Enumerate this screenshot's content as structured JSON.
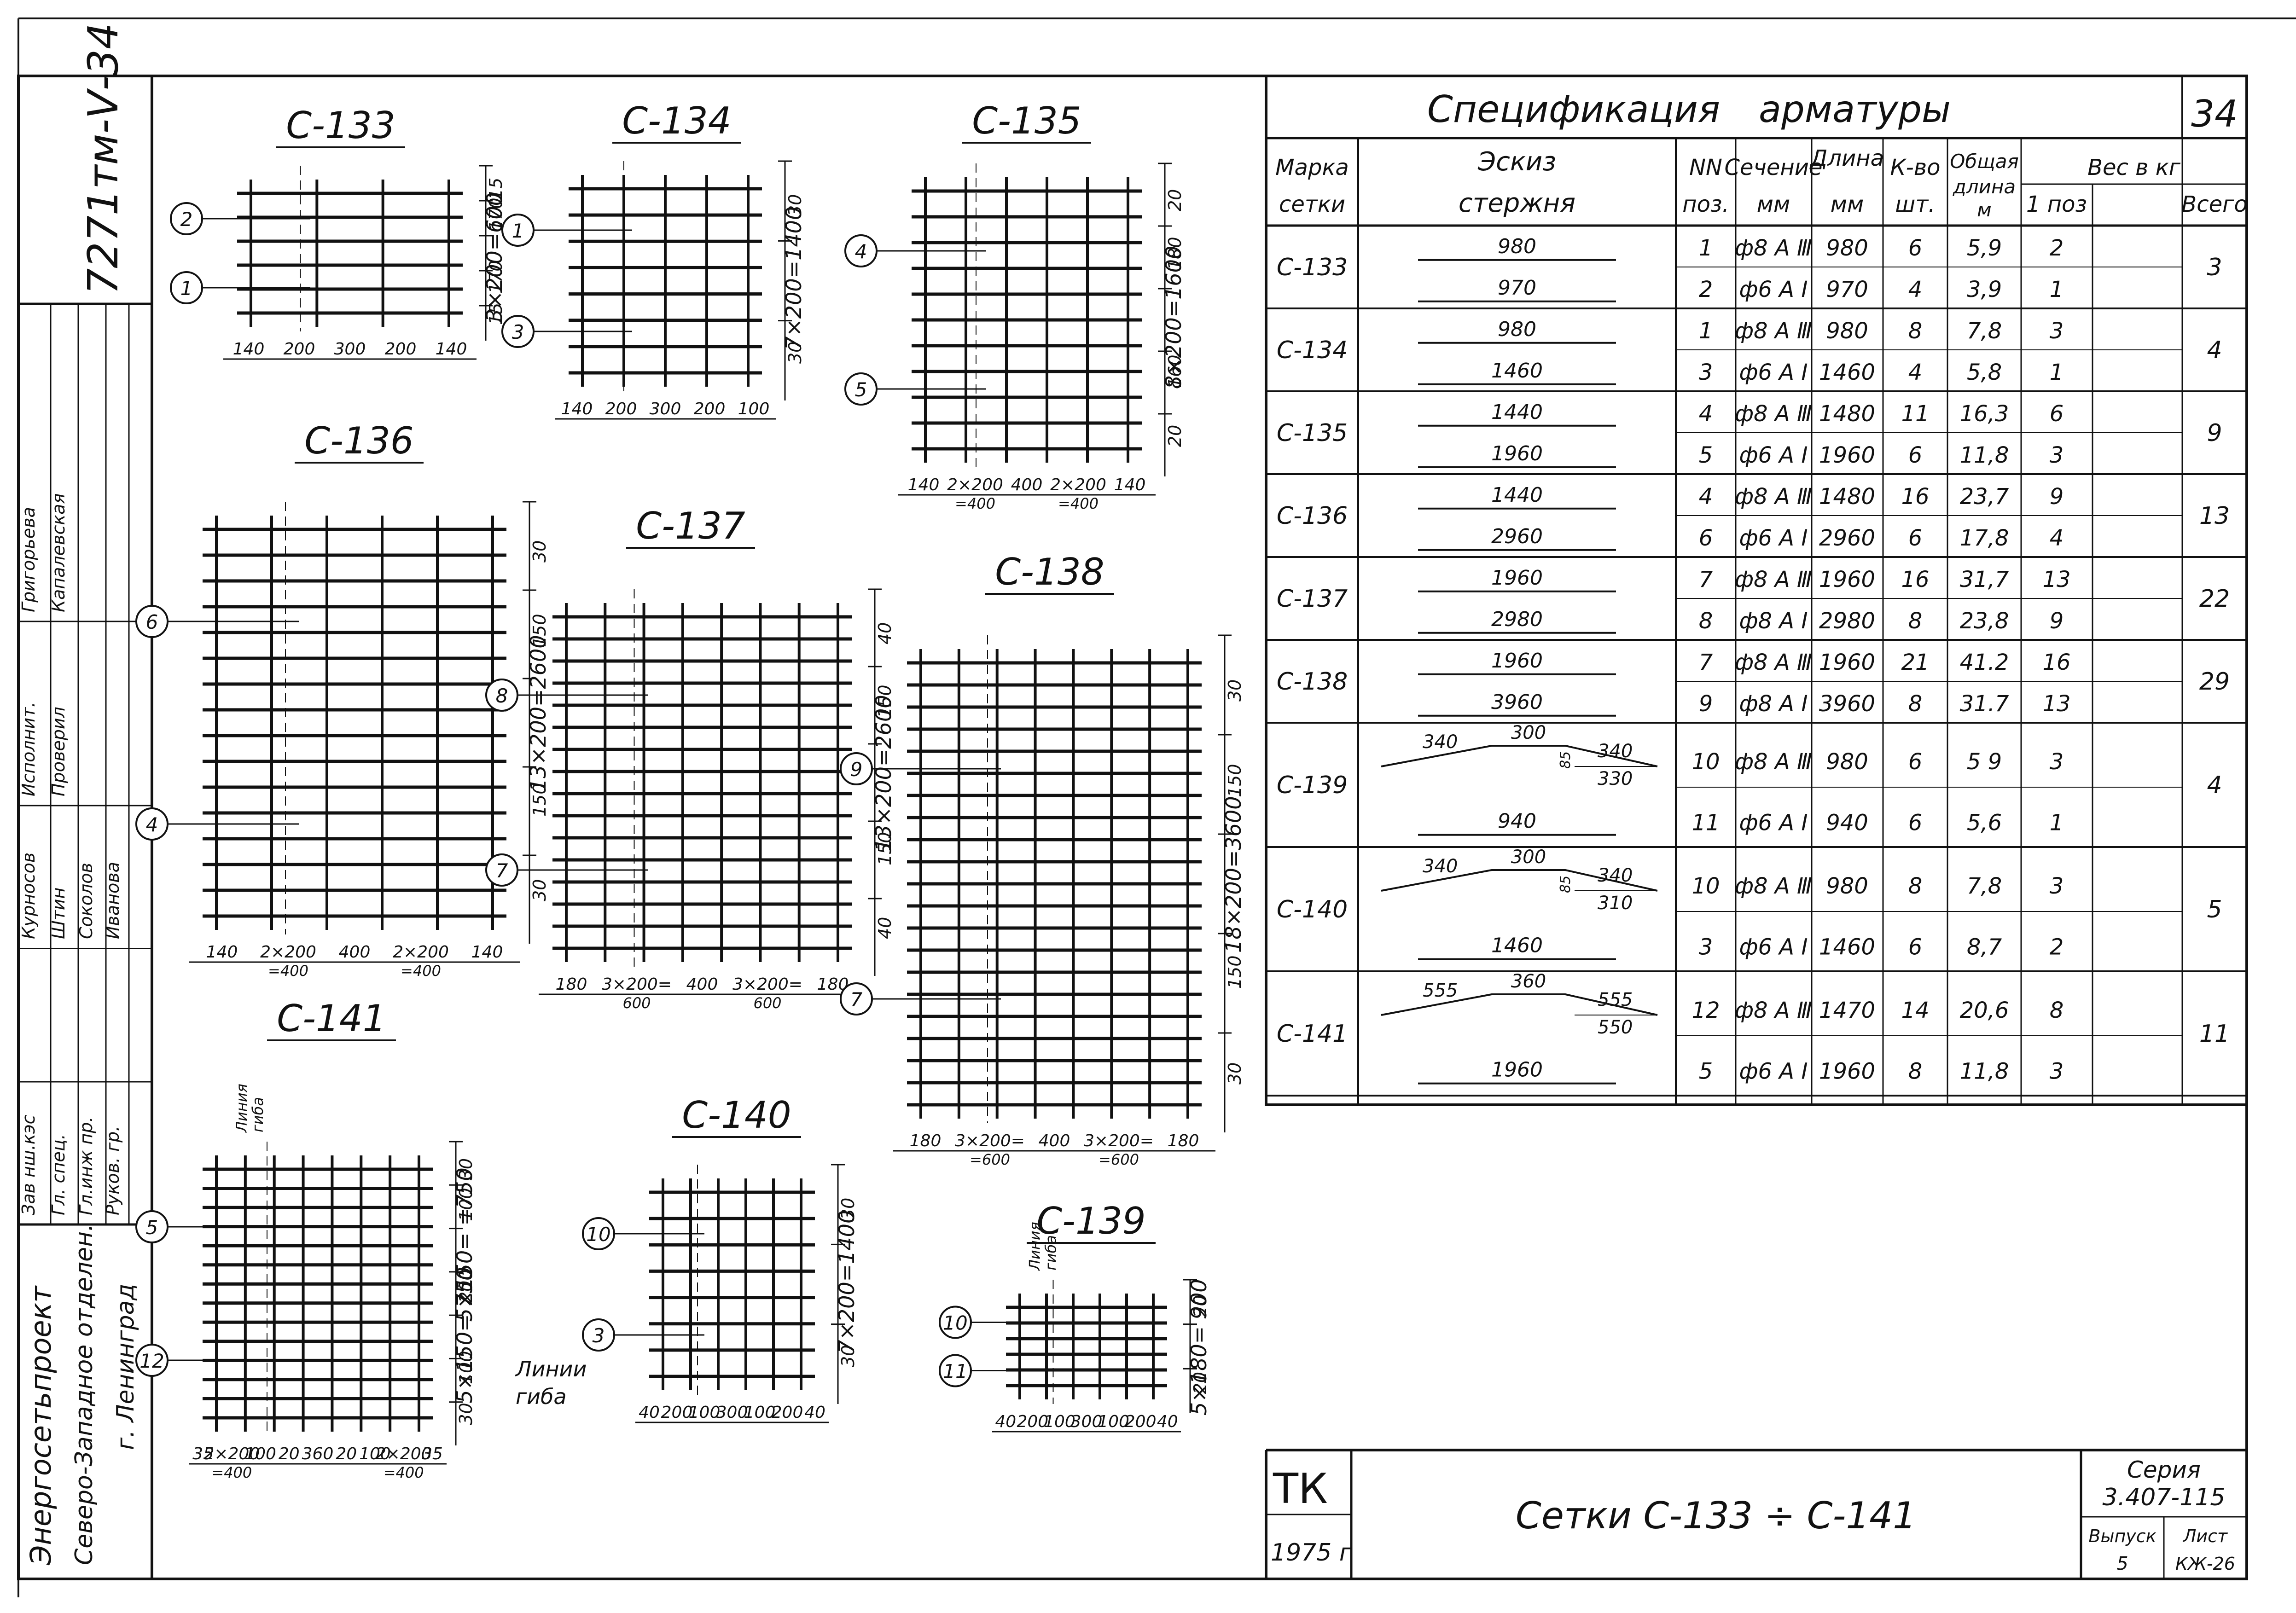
{
  "drawing_number": "7271тм-Ⅴ-34",
  "sheet_corner_number": "34",
  "title_block": {
    "organization": "Энергосетьпроект",
    "department": "Северо-Западное отделен.",
    "city": "г. Ленинград",
    "roles": [
      {
        "role": "Зав нш.кэс",
        "name": "Курносов"
      },
      {
        "role": "Гл. спец.",
        "name": "Штин"
      },
      {
        "role": "Гл.инж пр.",
        "name": "Соколов"
      },
      {
        "role": "Руков. гр.",
        "name": "Иванова"
      },
      {
        "role": "Исполнит.",
        "name": "Григорьева"
      },
      {
        "role": "Проверил",
        "name": "Капалевская"
      }
    ],
    "code": "ТК",
    "year": "1975 г",
    "main_title": "Сетки С-133 ÷ С-141",
    "series_label": "Серия",
    "series_value": "3.407-115",
    "issue_label": "Выпуск",
    "issue_value": "5",
    "sheet_label": "Лист",
    "sheet_value": "КЖ-26"
  },
  "spec": {
    "title": "Спецификация арматуры",
    "headers": {
      "mark": "Марка сетки",
      "sketch": "Эскиз стержня",
      "pos": "NN поз.",
      "section": "Сечение мм",
      "length": "Длина мм",
      "qty": "К-во шт.",
      "total_len": "Общая длина м",
      "weight": "Вес в кг",
      "w1": "1 поз",
      "wall": "Всего"
    },
    "groups": [
      {
        "mark": "С-133",
        "total": "3",
        "rows": [
          {
            "sketch": "980",
            "pos": "1",
            "section": "ф8 А Ⅲ",
            "length": "980",
            "qty": "6",
            "total_len": "5,9",
            "w1": "2"
          },
          {
            "sketch": "970",
            "pos": "2",
            "section": "ф6 А Ⅰ",
            "length": "970",
            "qty": "4",
            "total_len": "3,9",
            "w1": "1"
          }
        ]
      },
      {
        "mark": "С-134",
        "total": "4",
        "rows": [
          {
            "sketch": "980",
            "pos": "1",
            "section": "ф8 А Ⅲ",
            "length": "980",
            "qty": "8",
            "total_len": "7,8",
            "w1": "3"
          },
          {
            "sketch": "1460",
            "pos": "3",
            "section": "ф6 А Ⅰ",
            "length": "1460",
            "qty": "4",
            "total_len": "5,8",
            "w1": "1"
          }
        ]
      },
      {
        "mark": "С-135",
        "total": "9",
        "rows": [
          {
            "sketch": "1440",
            "pos": "4",
            "section": "ф8 А Ⅲ",
            "length": "1480",
            "qty": "11",
            "total_len": "16,3",
            "w1": "6"
          },
          {
            "sketch": "1960",
            "pos": "5",
            "section": "ф6 А Ⅰ",
            "length": "1960",
            "qty": "6",
            "total_len": "11,8",
            "w1": "3"
          }
        ]
      },
      {
        "mark": "С-136",
        "total": "13",
        "rows": [
          {
            "sketch": "1440",
            "pos": "4",
            "section": "ф8 А Ⅲ",
            "length": "1480",
            "qty": "16",
            "total_len": "23,7",
            "w1": "9"
          },
          {
            "sketch": "2960",
            "pos": "6",
            "section": "ф6 А Ⅰ",
            "length": "2960",
            "qty": "6",
            "total_len": "17,8",
            "w1": "4"
          }
        ]
      },
      {
        "mark": "С-137",
        "total": "22",
        "rows": [
          {
            "sketch": "1960",
            "pos": "7",
            "section": "ф8 А Ⅲ",
            "length": "1960",
            "qty": "16",
            "total_len": "31,7",
            "w1": "13"
          },
          {
            "sketch": "2980",
            "pos": "8",
            "section": "ф8 А Ⅰ",
            "length": "2980",
            "qty": "8",
            "total_len": "23,8",
            "w1": "9"
          }
        ]
      },
      {
        "mark": "С-138",
        "total": "29",
        "rows": [
          {
            "sketch": "1960",
            "pos": "7",
            "section": "ф8 А Ⅲ",
            "length": "1960",
            "qty": "21",
            "total_len": "41.2",
            "w1": "16"
          },
          {
            "sketch": "3960",
            "pos": "9",
            "section": "ф8 А Ⅰ",
            "length": "3960",
            "qty": "8",
            "total_len": "31.7",
            "w1": "13"
          }
        ]
      },
      {
        "mark": "С-139",
        "total": "4",
        "rows": [
          {
            "sketch": "",
            "bent": {
              "a": "340",
              "b": "300",
              "c": "340",
              "h": "85",
              "d": "330"
            },
            "pos": "10",
            "section": "ф8 А Ⅲ",
            "length": "980",
            "qty": "6",
            "total_len": "5 9",
            "w1": "3"
          },
          {
            "sketch": "940",
            "pos": "11",
            "section": "ф6 А Ⅰ",
            "length": "940",
            "qty": "6",
            "total_len": "5,6",
            "w1": "1"
          }
        ]
      },
      {
        "mark": "С-140",
        "total": "5",
        "rows": [
          {
            "sketch": "",
            "bent": {
              "a": "340",
              "b": "300",
              "c": "340",
              "h": "85",
              "d": "310"
            },
            "pos": "10",
            "section": "ф8 А Ⅲ",
            "length": "980",
            "qty": "8",
            "total_len": "7,8",
            "w1": "3"
          },
          {
            "sketch": "1460",
            "pos": "3",
            "section": "ф6 А Ⅰ",
            "length": "1460",
            "qty": "6",
            "total_len": "8,7",
            "w1": "2"
          }
        ]
      },
      {
        "mark": "С-141",
        "total": "11",
        "rows": [
          {
            "sketch": "",
            "bent": {
              "a": "555",
              "b": "360",
              "c": "555",
              "h": "",
              "d": "550"
            },
            "pos": "12",
            "section": "ф8 А Ⅲ",
            "length": "1470",
            "qty": "14",
            "total_len": "20,6",
            "w1": "8"
          },
          {
            "sketch": "1960",
            "pos": "5",
            "section": "ф6 А Ⅰ",
            "length": "1960",
            "qty": "8",
            "total_len": "11,8",
            "w1": "3"
          }
        ]
      }
    ]
  },
  "meshes": [
    {
      "id": "c133",
      "title": "С-133",
      "callouts": [
        "2",
        "1"
      ],
      "dims_v": [
        "15",
        "170",
        "3×200=600",
        "170",
        "15"
      ],
      "dims_h": [
        "140",
        "200",
        "300",
        "200",
        "140"
      ]
    },
    {
      "id": "c134",
      "title": "С-134",
      "callouts": [
        "1",
        "3"
      ],
      "dims_v": [
        "30",
        "7×200=1400",
        "30"
      ],
      "dims_h": [
        "140",
        "200",
        "300",
        "200",
        "100"
      ]
    },
    {
      "id": "c135",
      "title": "С-135",
      "callouts": [
        "4",
        "5"
      ],
      "dims_v": [
        "20",
        "180",
        "8×200=1600",
        "160",
        "20"
      ],
      "dims_h": [
        "140",
        "2×200 =400",
        "400",
        "2×200 =400",
        "140"
      ]
    },
    {
      "id": "c136",
      "title": "С-136",
      "callouts": [
        "6",
        "4"
      ],
      "dims_v": [
        "30",
        "150",
        "13×200=2600",
        "150",
        "30"
      ],
      "dims_h": [
        "140",
        "2×200 =400",
        "400",
        "2×200 =400",
        "140"
      ]
    },
    {
      "id": "c137",
      "title": "С-137",
      "callouts": [
        "8",
        "7"
      ],
      "dims_v": [
        "40",
        "150",
        "13×200=2600",
        "150",
        "40"
      ],
      "dims_h": [
        "180",
        "3×200= 600",
        "400",
        "3×200= 600",
        "180"
      ]
    },
    {
      "id": "c138",
      "title": "С-138",
      "callouts": [
        "9",
        "7"
      ],
      "dims_v": [
        "30",
        "150",
        "18×200=3600",
        "150",
        "30"
      ],
      "dims_h": [
        "180",
        "3×200= =600",
        "400",
        "3×200= =600",
        "180"
      ]
    },
    {
      "id": "c139",
      "title": "С-139",
      "callouts": [
        "10",
        "11"
      ],
      "bend_label": "Линия гиба",
      "dims_v": [
        "20",
        "5×180= 900",
        "20"
      ],
      "dims_h": [
        "40",
        "200",
        "100",
        "300",
        "100",
        "200",
        "40"
      ]
    },
    {
      "id": "c140",
      "title": "С-140",
      "callouts": [
        "10",
        "3"
      ],
      "bend_label": "Линии гиба",
      "dims_v": [
        "30",
        "7×200=1400",
        "30"
      ],
      "dims_h": [
        "40",
        "200",
        "100",
        "300",
        "100",
        "200",
        "40"
      ]
    },
    {
      "id": "c141",
      "title": "С-141",
      "callouts": [
        "5",
        "12"
      ],
      "bend_label": "Линия гиба",
      "dims_v": [
        "30",
        "100",
        "5×150= =750",
        "200",
        "5×150= 750",
        "100",
        "30"
      ],
      "dims_h": [
        "35",
        "2×200 =400",
        "100",
        "20",
        "360",
        "20",
        "100",
        "2×200 =400",
        "35"
      ]
    }
  ]
}
